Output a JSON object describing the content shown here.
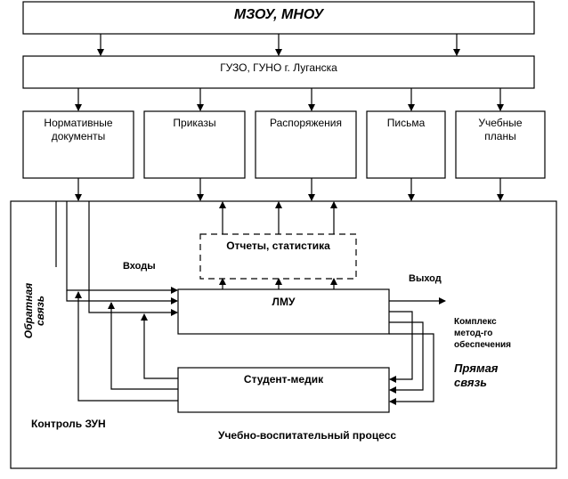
{
  "diagram": {
    "top_box": {
      "label": "МЗОУ, МНОУ"
    },
    "second_box": {
      "label": "ГУЗО, ГУНО г. Луганска"
    },
    "document_boxes": [
      {
        "line1": "Нормативные",
        "line2": "документы"
      },
      {
        "line1": "Приказы",
        "line2": ""
      },
      {
        "line1": "Распоряжения",
        "line2": ""
      },
      {
        "line1": "Письма",
        "line2": ""
      },
      {
        "line1": "Учебные",
        "line2": "планы"
      }
    ],
    "reports_box": {
      "label": "Отчеты, статистика"
    },
    "lmu_box": {
      "label": "ЛМУ"
    },
    "student_box": {
      "label": "Студент-медик"
    },
    "labels": {
      "inputs": "Входы",
      "output": "Выход",
      "feedback_line1": "Обратная",
      "feedback_line2": "связь",
      "method_line1": "Комплекс",
      "method_line2": "метод-го",
      "method_line3": "обеспечения",
      "direct_line1": "Прямая",
      "direct_line2": "связь",
      "control": "Контроль ЗУН",
      "process": "Учебно-воспитательный процесс"
    }
  }
}
